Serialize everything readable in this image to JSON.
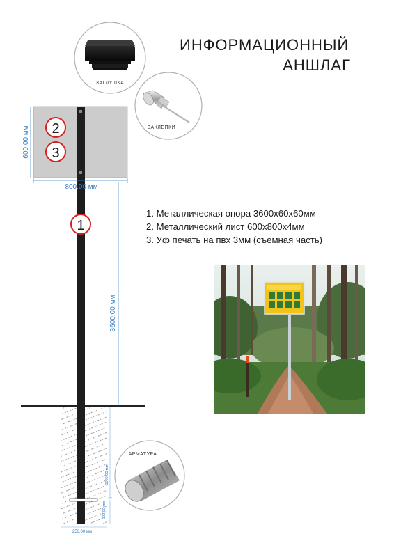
{
  "title": {
    "line1": "ИНФОРМАЦИОННЫЙ",
    "line2": "АНШЛАГ"
  },
  "legend": [
    "1. Металлическая опора 3600х60х60мм",
    "2. Металлический лист 600х800х4мм",
    "3. Уф печать на пвх 3мм (съемная часть)"
  ],
  "callouts": {
    "cap": "ЗАГЛУШКА",
    "rivets": "ЗАКЛЕПКИ",
    "rebar": "АРМАТУРА"
  },
  "markers": [
    "1",
    "2",
    "3"
  ],
  "dimensions": {
    "sheet_width": "800,00 мм",
    "sheet_height": "600,00 мм",
    "pole_height": "3600,00 мм",
    "underground_depth": "1000,00 мм",
    "footing_depth": "200,00 мм",
    "footing_width": "250,00 мм"
  },
  "colors": {
    "pole": "#1e1e1e",
    "sheet": "#cccccc",
    "dimension": "#3b7fc0",
    "marker_ring": "#d42020",
    "callout_ring": "#b0b0b0"
  }
}
